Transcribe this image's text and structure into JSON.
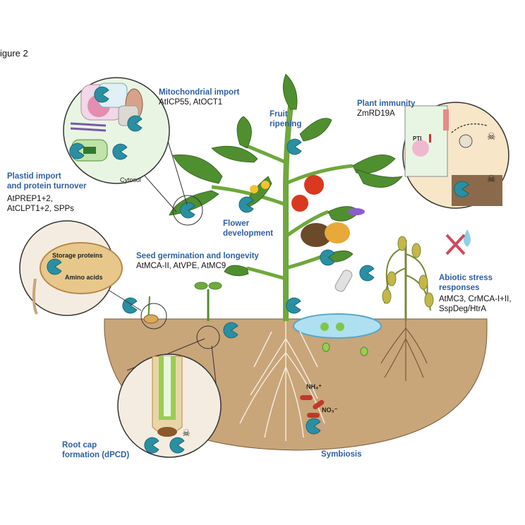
{
  "figure_label": "igure 2",
  "labels": {
    "mito_title": "Mitochondrial import",
    "mito_genes": "AtICP55, AtOCT1",
    "fruit_title_1": "Fruit",
    "fruit_title_2": "ripening",
    "immunity_title": "Plant immunity",
    "immunity_genes": "ZmRD19A",
    "plastid_title_1": "Plastid import",
    "plastid_title_2": "and protein turnover",
    "plastid_genes_1": "AtPREP1+2,",
    "plastid_genes_2": "AtCLPT1+2, SPPs",
    "flower_title_1": "Flower",
    "flower_title_2": "development",
    "seed_title": "Seed germination and longevity",
    "seed_genes": "AtMCA-II, AtVPE, AtMC9",
    "abiotic_title_1": "Abiotic stress",
    "abiotic_title_2": "responses",
    "abiotic_genes_1": "AtMC3, CrMCA-I+II,",
    "abiotic_genes_2": "SspDeg/HtrA",
    "rootcap_title_1": "Root cap",
    "rootcap_title_2": "formation (dPCD)",
    "symbiosis_title": "Symbiosis",
    "storage_proteins": "Storage proteins",
    "amino_acids": "Amino acids",
    "cytosol": "Cytosol",
    "pti": "PTI",
    "nh4": "NH₄⁺",
    "no3": "NO₃⁻"
  },
  "colors": {
    "heading": "#2e5fa3",
    "soil": "#c9a57a",
    "stem": "#6fa83c",
    "leaf": "#4f8f2f",
    "protease": "#2a8fa3",
    "tomato": "#d9391f"
  }
}
